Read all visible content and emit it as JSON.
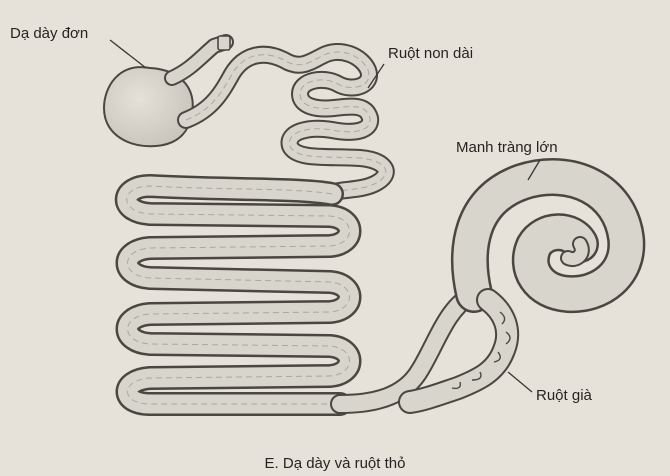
{
  "labels": {
    "stomach": "Dạ dày đơn",
    "small_intestine": "Ruột non dài",
    "cecum": "Manh tràng lớn",
    "large_intestine": "Ruột già"
  },
  "caption": "E. Dạ dày và ruột thỏ",
  "colors": {
    "background": "#e6e2d9",
    "organ_fill": "#d8d5cd",
    "outline": "#4a4640",
    "text": "#262421"
  }
}
